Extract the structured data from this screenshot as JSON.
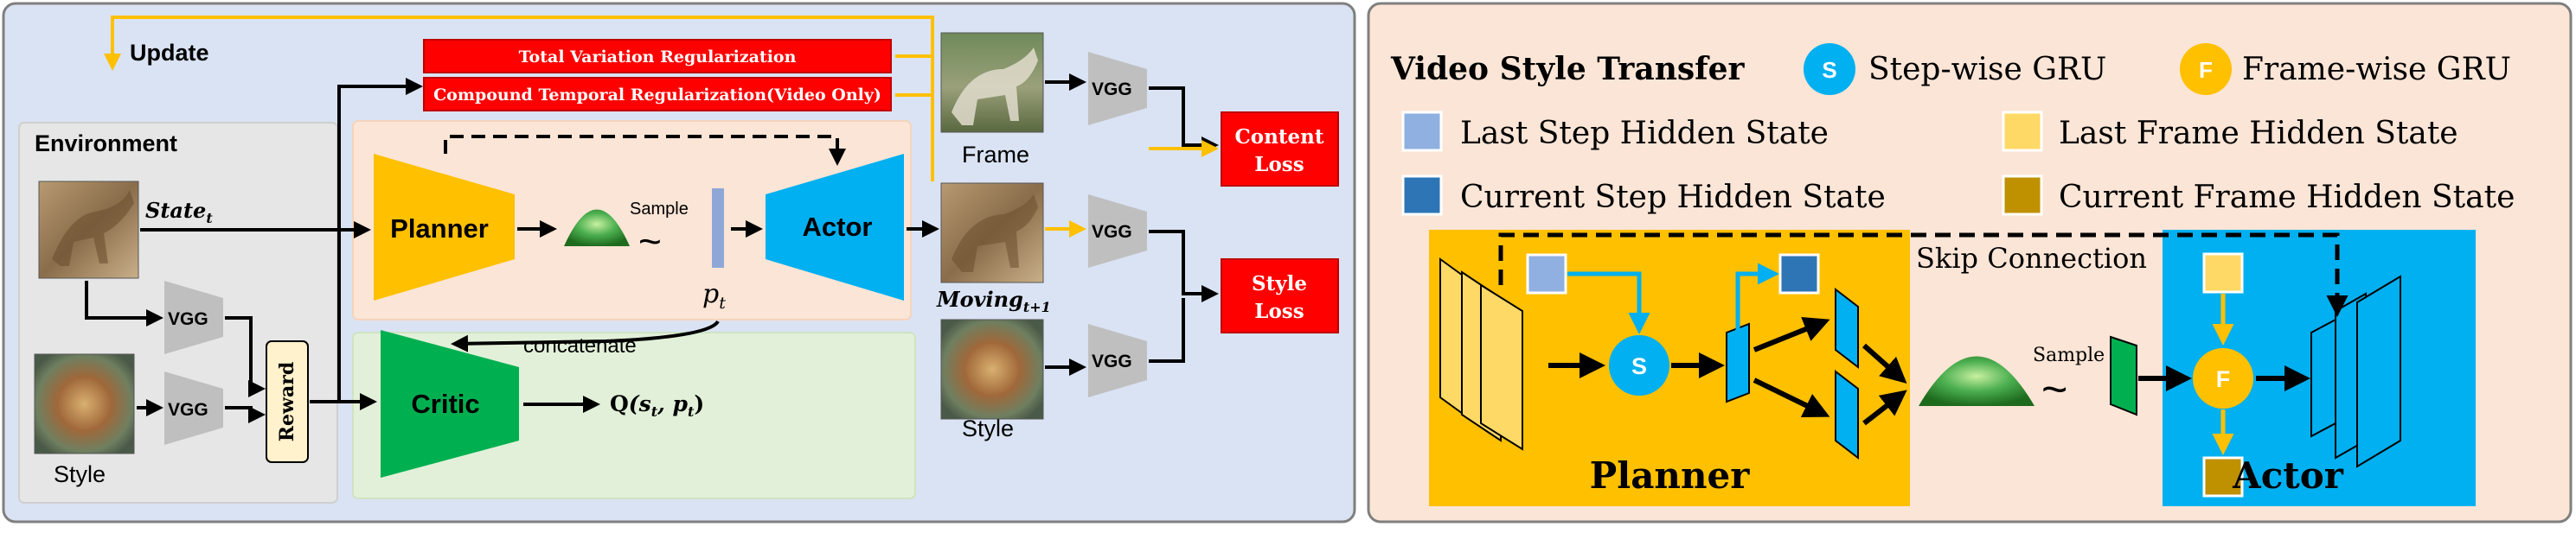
{
  "left": {
    "update_label": "Update",
    "environment_label": "Environment",
    "state_label": "State",
    "state_sub": "t",
    "style_label_left": "Style",
    "reward_label": "Reward",
    "vgg_label": "VGG",
    "planner_label": "Planner",
    "sample_label": "Sample",
    "pt_label": "p",
    "pt_sub": "t",
    "actor_label": "Actor",
    "critic_label": "Critic",
    "concatenate_label": "concatenate",
    "q_label_prefix": "Q",
    "q_label_args": "(s",
    "q_label_args_sub1": "t",
    "q_label_args_mid": ", p",
    "q_label_args_sub2": "t",
    "q_label_args_end": ")",
    "tv_reg_label": "Total Variation Regularization",
    "ct_reg_label": "Compound Temporal Regularization(Video Only)",
    "frame_label": "Frame",
    "moving_label": "Moving",
    "moving_sub": "t+1",
    "style_label_right": "Style",
    "content_loss_line1": "Content",
    "content_loss_line2": "Loss",
    "style_loss_line1": "Style",
    "style_loss_line2": "Loss"
  },
  "right": {
    "title": "Video Style Transfer",
    "legend": {
      "s_symbol": "S",
      "s_label": "Step-wise GRU",
      "f_symbol": "F",
      "f_label": "Frame-wise GRU",
      "last_step": "Last Step Hidden State",
      "current_step": "Current Step Hidden State",
      "last_frame": "Last Frame Hidden State",
      "current_frame": "Current Frame Hidden State"
    },
    "skip_connection": "Skip Connection",
    "sample_label": "Sample",
    "planner_label": "Planner",
    "actor_label": "Actor",
    "s_node": "S",
    "f_node": "F"
  },
  "colors": {
    "left_panel_bg": "#dae3f3",
    "right_panel_bg": "#fbe5d6",
    "env_bg": "#e7e6e6",
    "planner_zone_bg": "#fbe5d6",
    "critic_zone_bg": "#e2f0d9",
    "planner_yellow": "#ffc000",
    "actor_blue": "#00b0f0",
    "critic_green": "#00b050",
    "red_box": "#ff0000",
    "vgg_gray": "#bfbfbf",
    "reward_bg": "#fff2cc",
    "last_step": "#8fb0e0",
    "current_step": "#2e75b6",
    "last_frame": "#ffd966",
    "current_frame": "#bf9000",
    "arrow_yellow": "#ffc000"
  }
}
